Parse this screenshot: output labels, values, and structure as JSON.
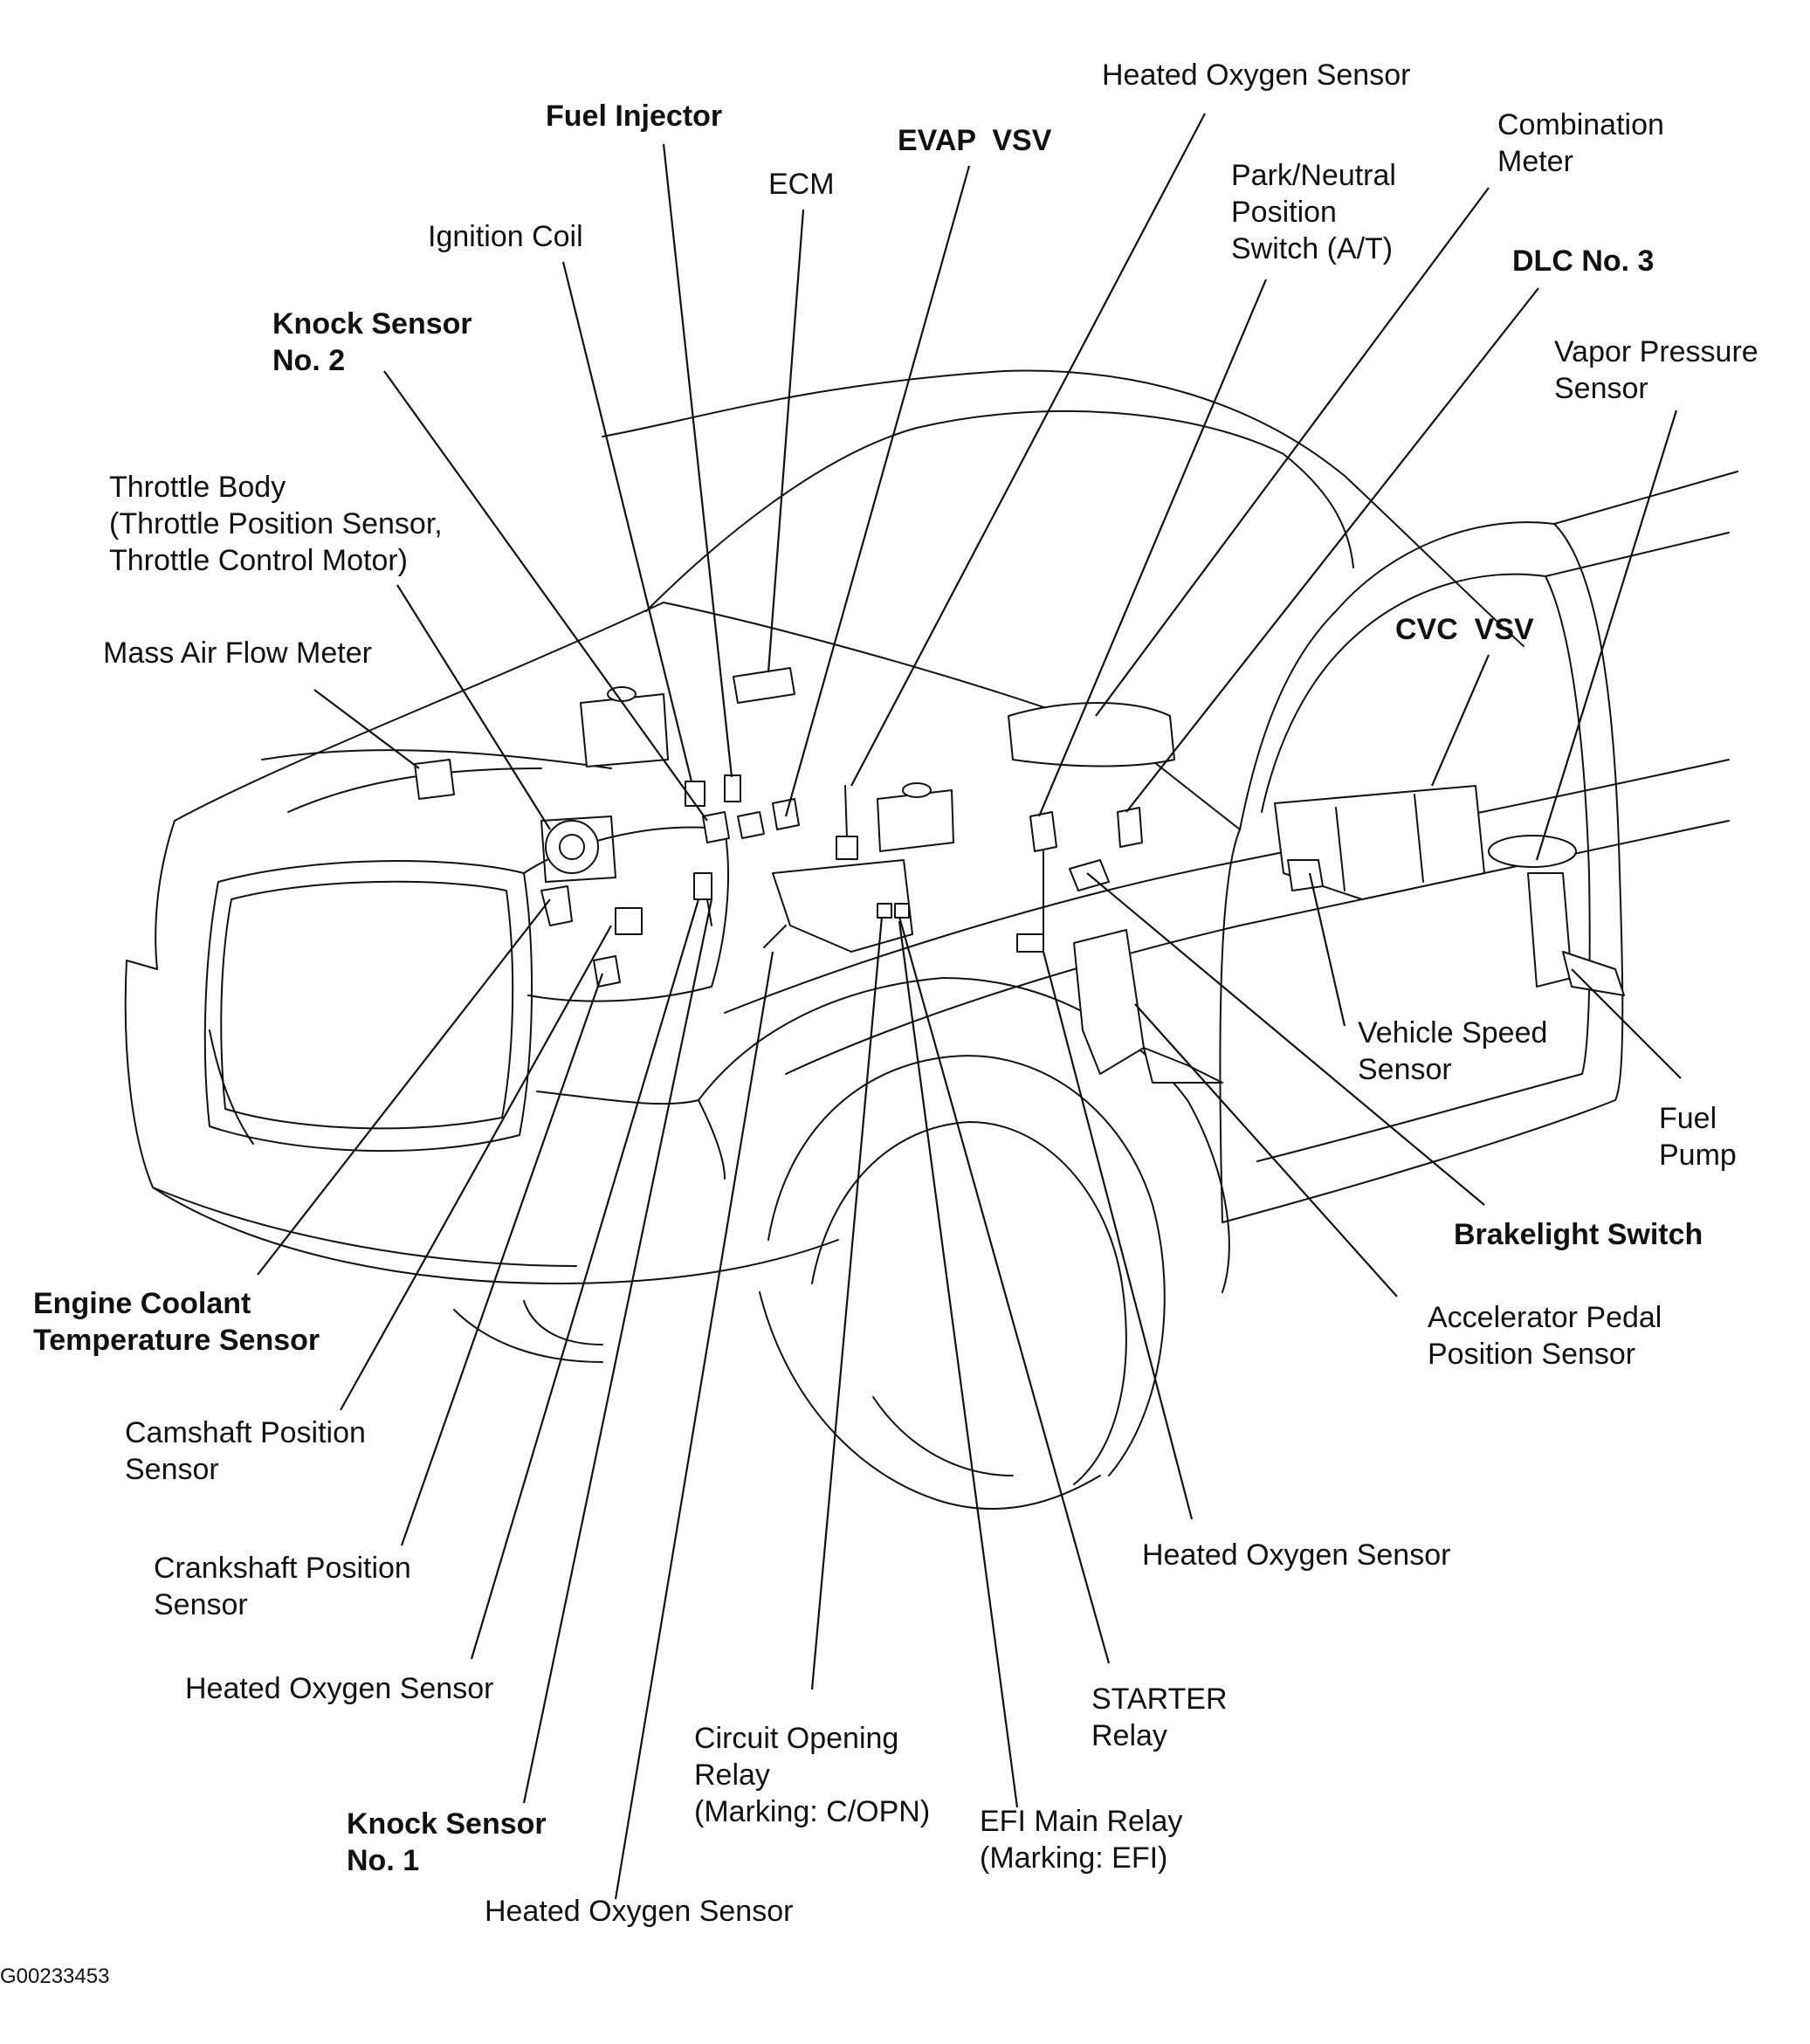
{
  "labels": {
    "heated_o2_top": "Heated Oxygen Sensor",
    "fuel_injector": "Fuel Injector",
    "evap_vsv": "EVAP  VSV",
    "combination_meter": "Combination\nMeter",
    "ecm": "ECM",
    "park_neutral": "Park/Neutral\nPosition\nSwitch (A/T)",
    "ignition_coil": "Ignition Coil",
    "dlc3": "DLC No. 3",
    "knock_sensor_2": "Knock Sensor\nNo. 2",
    "vapor_pressure": "Vapor Pressure\nSensor",
    "throttle_body": "Throttle Body\n(Throttle Position Sensor,\nThrottle Control Motor)",
    "cvc_vsv": "CVC  VSV",
    "mass_air_flow": "Mass Air Flow Meter",
    "vehicle_speed": "Vehicle Speed\nSensor",
    "fuel_pump": "Fuel\nPump",
    "brakelight_switch": "Brakelight Switch",
    "engine_coolant": "Engine Coolant\nTemperature Sensor",
    "accel_pedal": "Accelerator Pedal\nPosition Sensor",
    "camshaft": "Camshaft Position\nSensor",
    "heated_o2_right": "Heated Oxygen Sensor",
    "crankshaft": "Crankshaft Position\nSensor",
    "starter_relay": "STARTER\nRelay",
    "heated_o2_left": "Heated Oxygen Sensor",
    "circuit_opening": "Circuit Opening\nRelay\n(Marking: C/OPN)",
    "efi_main": "EFI Main Relay\n(Marking: EFI)",
    "knock_sensor_1": "Knock Sensor\nNo. 1",
    "heated_o2_bottom": "Heated Oxygen Sensor"
  },
  "figure_code": "G00233453"
}
